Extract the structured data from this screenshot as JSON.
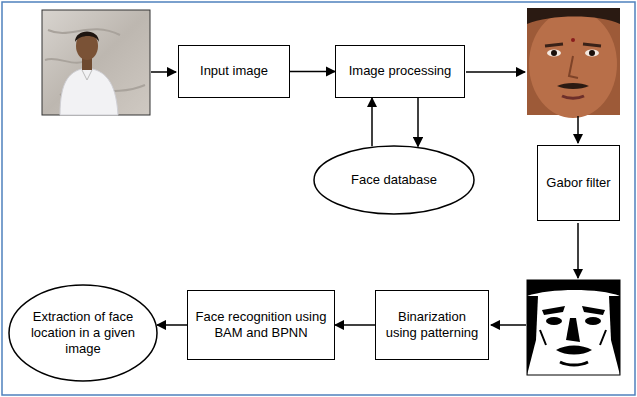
{
  "diagram": {
    "nodes": [
      {
        "text": [
          "Input image"
        ]
      },
      {
        "text": [
          "Image processing"
        ]
      },
      {
        "text": [
          "Face database"
        ]
      },
      {
        "text": [
          "Gabor filter"
        ]
      },
      {
        "text": [
          "Binarization using patterning"
        ]
      },
      {
        "text": [
          "Face recognition using BAM and BPNN"
        ]
      },
      {
        "text": [
          "Extraction of face location in a given image"
        ]
      }
    ],
    "edges": [
      {
        "from": 0,
        "to": 1,
        "arrow": "to"
      },
      {
        "from": 1,
        "to": 2,
        "arrow": "to"
      },
      {
        "from": 2,
        "to": 1,
        "arrow": "to"
      },
      {
        "from": 4,
        "to": 5,
        "arrow": "to"
      },
      {
        "from": 5,
        "to": 6,
        "arrow": "to"
      }
    ]
  }
}
